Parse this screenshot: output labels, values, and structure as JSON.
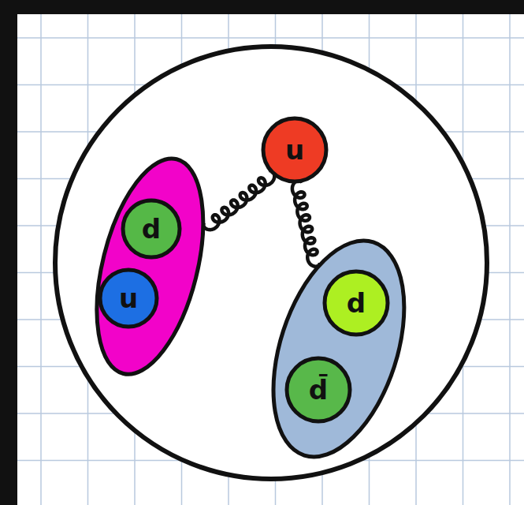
{
  "diagram": {
    "nodes": [
      {
        "text": []
      },
      {
        "text": [],
        "in": 0
      },
      {
        "text": [
          "d"
        ],
        "in": 1
      },
      {
        "text": [
          "u"
        ],
        "in": 1
      },
      {
        "text": [
          "u"
        ],
        "in": 0
      },
      {
        "text": [],
        "in": 0
      },
      {
        "text": [
          "d"
        ],
        "in": 5
      },
      {
        "text": [
          "d̄"
        ],
        "in": 5
      }
    ],
    "edges": [
      {
        "from": 1,
        "to": 4,
        "arrow": "none"
      },
      {
        "from": 4,
        "to": 5,
        "arrow": "none"
      }
    ]
  }
}
